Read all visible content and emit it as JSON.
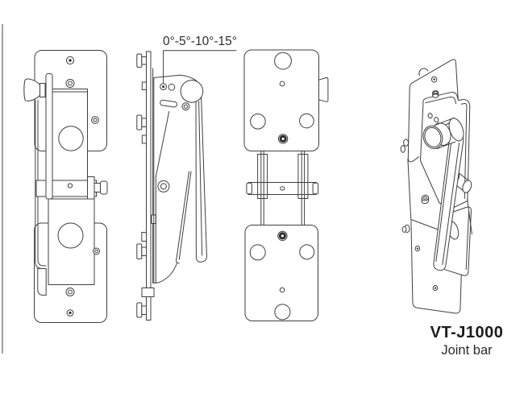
{
  "page": {
    "background": "#ffffff",
    "left_rule_color": "#a0a0a0"
  },
  "drawing": {
    "line_color": "#3f3f3f",
    "dark_fill_color": "#2d2d2d",
    "fill_color": "#ffffff"
  },
  "annotation": {
    "angle_text": "0°-5°-10°-15°"
  },
  "product": {
    "model": "VT-J1000",
    "type": "Joint bar"
  }
}
